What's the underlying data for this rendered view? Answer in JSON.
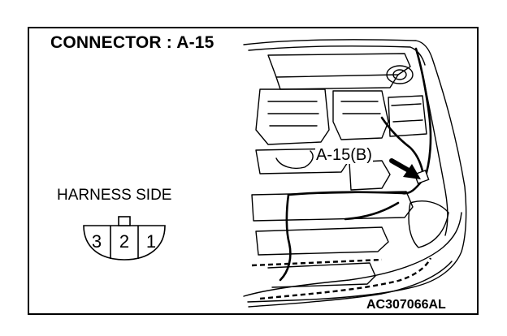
{
  "title": "CONNECTOR : A-15",
  "harness_label": "HARNESS SIDE",
  "connector": {
    "pins": [
      "3",
      "2",
      "1"
    ]
  },
  "callout": "A-15(B)",
  "figure_code": "AC307066AL"
}
